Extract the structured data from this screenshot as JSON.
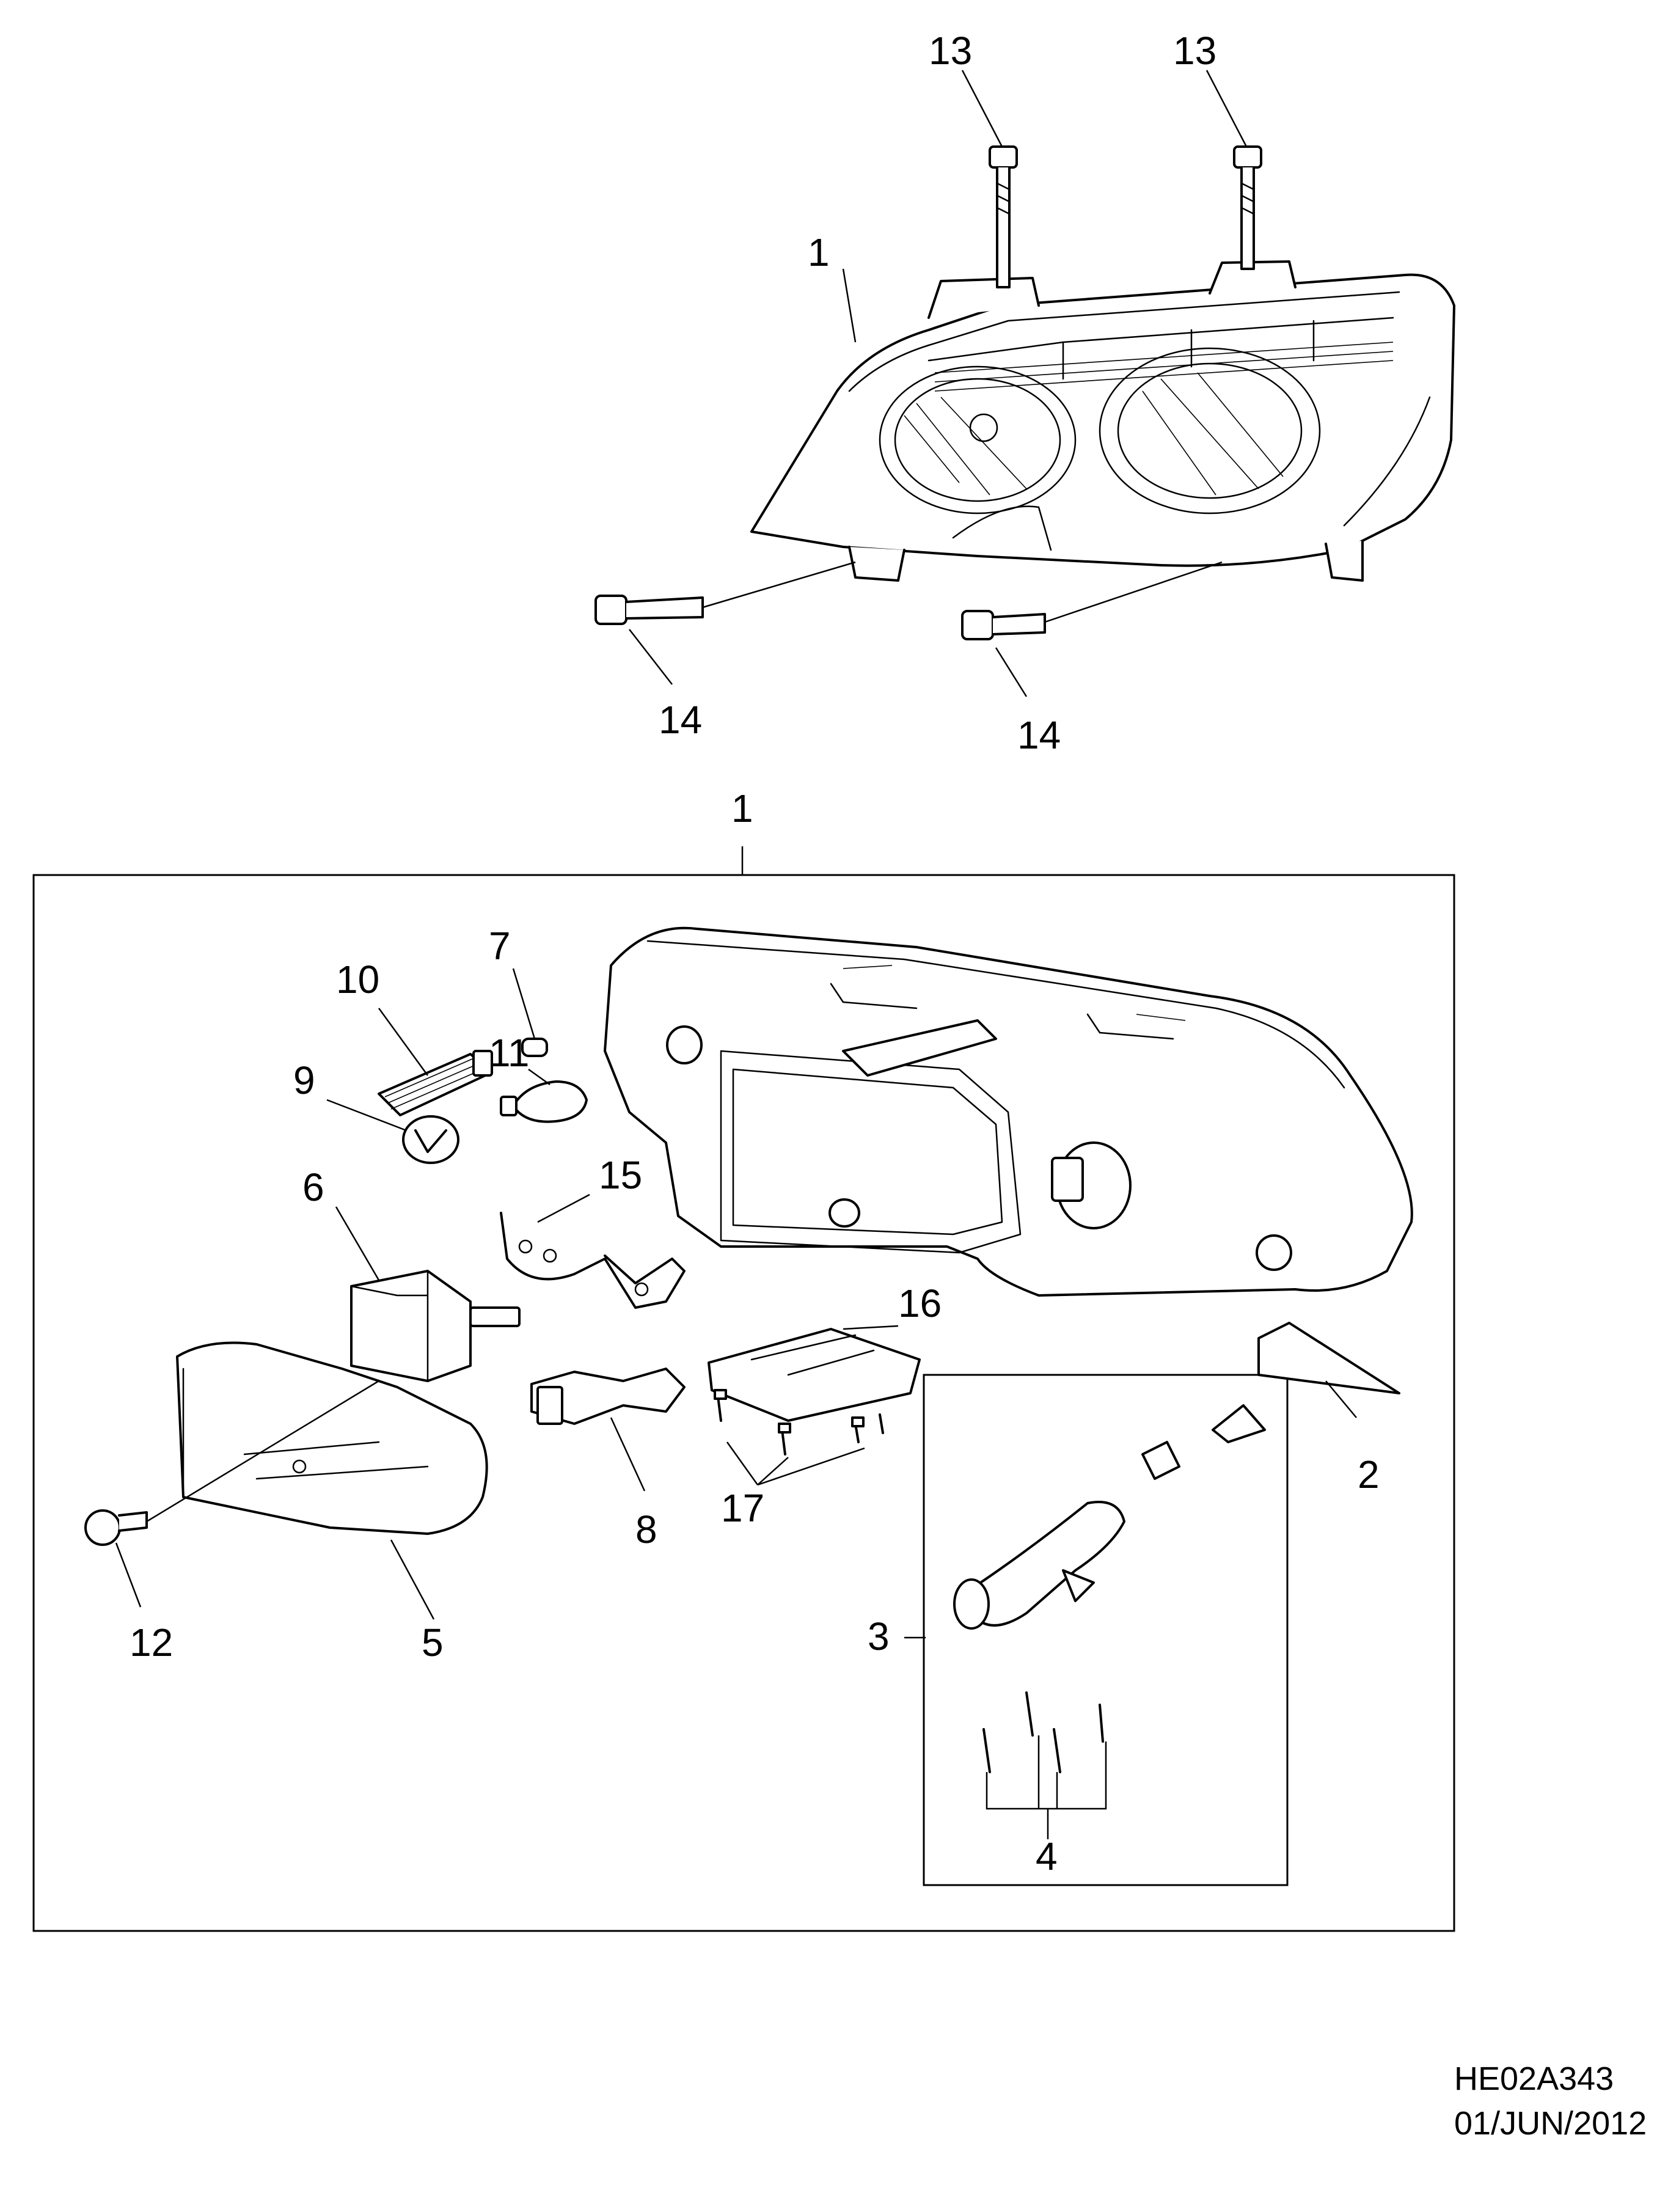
{
  "diagram": {
    "callouts": [
      {
        "id": "c13a",
        "label": "13"
      },
      {
        "id": "c13b",
        "label": "13"
      },
      {
        "id": "c1top",
        "label": "1"
      },
      {
        "id": "c14a",
        "label": "14"
      },
      {
        "id": "c14b",
        "label": "14"
      },
      {
        "id": "c1box",
        "label": "1"
      },
      {
        "id": "c10",
        "label": "10"
      },
      {
        "id": "c7",
        "label": "7"
      },
      {
        "id": "c11",
        "label": "11"
      },
      {
        "id": "c9",
        "label": "9"
      },
      {
        "id": "c15",
        "label": "15"
      },
      {
        "id": "c6",
        "label": "6"
      },
      {
        "id": "c16",
        "label": "16"
      },
      {
        "id": "c2",
        "label": "2"
      },
      {
        "id": "c17",
        "label": "17"
      },
      {
        "id": "c8",
        "label": "8"
      },
      {
        "id": "c3",
        "label": "3"
      },
      {
        "id": "c4",
        "label": "4"
      },
      {
        "id": "c12",
        "label": "12"
      },
      {
        "id": "c5",
        "label": "5"
      }
    ],
    "footer": {
      "code": "HE02A343",
      "date": "01/JUN/2012"
    }
  }
}
